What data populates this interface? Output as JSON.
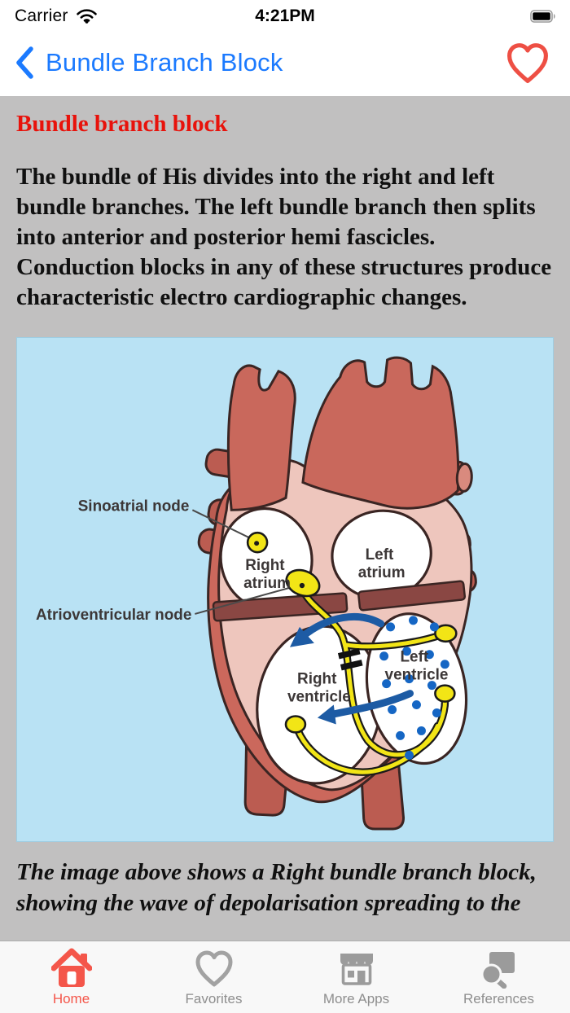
{
  "status_bar": {
    "carrier": "Carrier",
    "time": "4:21PM"
  },
  "nav": {
    "title": "Bundle Branch Block"
  },
  "article": {
    "heading": "Bundle branch block",
    "body": "The bundle of His divides into the right and left bundle branches. The left bundle branch then splits into anterior and posterior hemi fascicles. Conduction blocks in any of these structures produce characteristic electro cardiographic changes.",
    "caption": "The image above shows a Right bundle branch block, showing the wave of depolarisation spreading to the"
  },
  "diagram": {
    "labels": {
      "sinoatrial_node": "Sinoatrial node",
      "atrioventricular_node": "Atrioventricular node",
      "right_atrium": [
        "Right",
        "atrium"
      ],
      "left_atrium": [
        "Left",
        "atrium"
      ],
      "right_ventricle": [
        "Right",
        "ventricle"
      ],
      "left_ventricle": [
        "Left",
        "ventricle"
      ]
    },
    "colors": {
      "background": "#b9e2f4",
      "vessel": "#c9685c",
      "vessel_dark": "#bb5c51",
      "heart_wall": "#eec6bd",
      "heart_rim": "#cb685c",
      "septum": "#8a4743",
      "chamber": "#ffffff",
      "conduction_yellow": "#f2e516",
      "arrow_blue": "#1d5ba4",
      "dots_blue": "#1566c4"
    }
  },
  "tab_bar": {
    "items": [
      {
        "label": "Home",
        "active": true
      },
      {
        "label": "Favorites",
        "active": false
      },
      {
        "label": "More Apps",
        "active": false
      },
      {
        "label": "References",
        "active": false
      }
    ]
  },
  "colors": {
    "page_gray": "#c1c0c0",
    "nav_blue": "#1b7aff",
    "favorite_red": "#ee4f44",
    "heading_red": "#e8120b",
    "tab_active_red": "#f4564a",
    "tab_inactive_gray": "#9b9b9b"
  }
}
